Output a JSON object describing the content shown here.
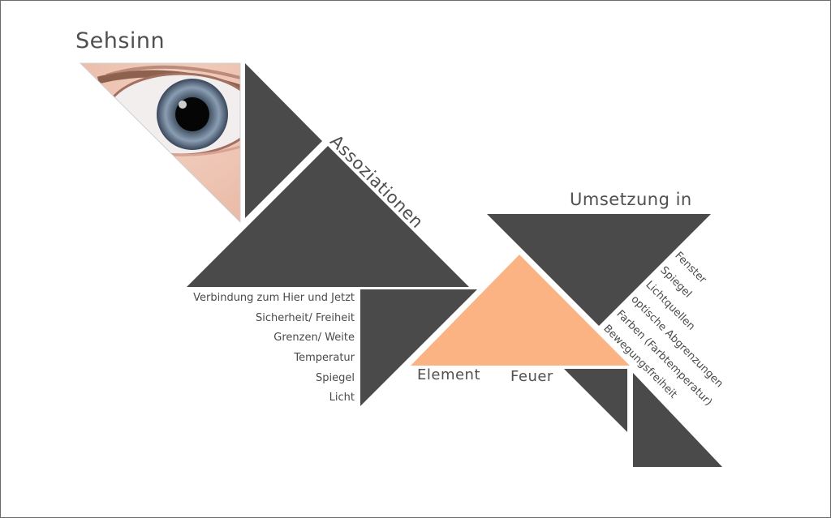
{
  "title": "Sehsinn",
  "assoc_heading": "Assoziationen",
  "association_items": [
    "Verbindung zum Hier und Jetzt",
    "Sicherheit/ Freiheit",
    "Grenzen/ Weite",
    "Temperatur",
    "Spiegel",
    "Licht"
  ],
  "element_label": "Element",
  "element_value": "Feuer",
  "umsetzung_heading": "Umsetzung in",
  "umsetzung_items": [
    "Fenster",
    "Spiegel",
    "Lichtquellen",
    "optische Abgrenzungen",
    "Farben (Farbtemperatur)",
    "Bewegungsfreiheit"
  ],
  "colors": {
    "dark_shape": "#4a4a4a",
    "accent_shape": "#fbb384",
    "text": "#505050"
  },
  "image": "eye-photo"
}
